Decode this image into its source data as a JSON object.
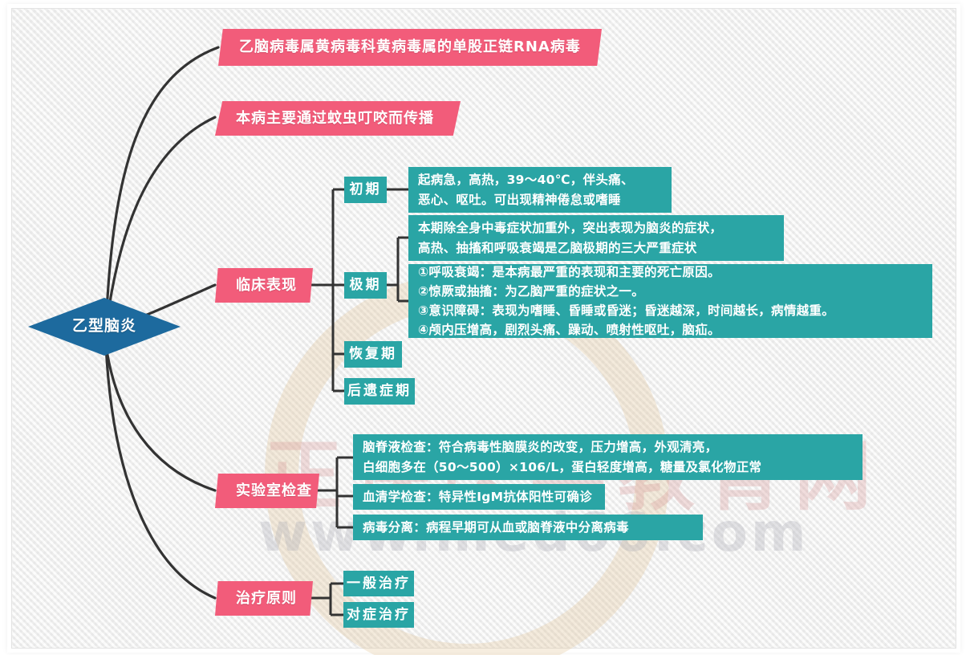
{
  "colors": {
    "root": "#1d6a9e",
    "branch": "#f25c7a",
    "leaf": "#2aa5a5",
    "connector": "#333333",
    "background": "#f2f2f1"
  },
  "watermark": {
    "cn": "正保医学教育网",
    "url": "www.med66.com"
  },
  "root": {
    "label": "乙型脑炎"
  },
  "branches": [
    {
      "label": "乙脑病毒属黄病毒科黄病毒属的单股正链RNA病毒",
      "children": []
    },
    {
      "label": "本病主要通过蚊虫叮咬而传播",
      "children": []
    },
    {
      "label": "临床表现",
      "children": [
        {
          "label": "初期",
          "details": [
            "起病急，高热，39～40℃，伴头痛、\n恶心、呕吐。可出现精神倦怠或嗜睡"
          ]
        },
        {
          "label": "极期",
          "details": [
            "本期除全身中毒症状加重外，突出表现为脑炎的症状，\n高热、抽搐和呼吸衰竭是乙脑极期的三大严重症状",
            "①呼吸衰竭：是本病最严重的表现和主要的死亡原因。\n②惊厥或抽搐：为乙脑严重的症状之一。\n③意识障碍：表现为嗜睡、昏睡或昏迷；昏迷越深，时间越长，病情越重。\n④颅内压增高，剧烈头痛、躁动、喷射性呕吐，脑疝。"
          ]
        },
        {
          "label": "恢复期",
          "details": []
        },
        {
          "label": "后遗症期",
          "details": []
        }
      ]
    },
    {
      "label": "实验室检查",
      "children": [
        {
          "label": "脑脊液检查：符合病毒性脑膜炎的改变，压力增高，外观清亮，\n白细胞多在（50～500）×106/L，蛋白轻度增高，糖量及氯化物正常"
        },
        {
          "label": "血清学检查：特异性IgM抗体阳性可确诊"
        },
        {
          "label": "病毒分离：病程早期可从血或脑脊液中分离病毒"
        }
      ]
    },
    {
      "label": "治疗原则",
      "children": [
        {
          "label": "一般治疗"
        },
        {
          "label": "对症治疗"
        }
      ]
    }
  ]
}
